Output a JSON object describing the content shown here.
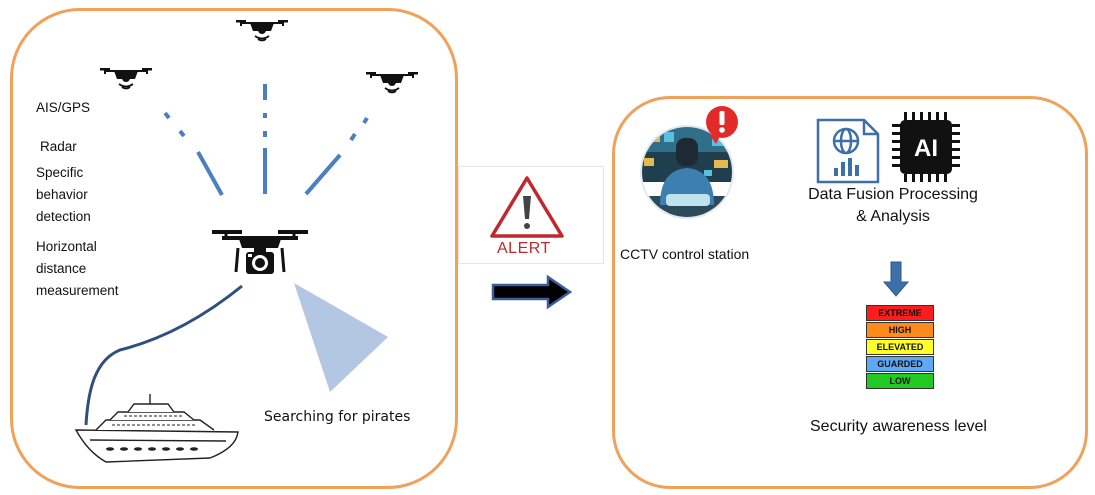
{
  "sensors": {
    "ais_gps": "AIS/GPS",
    "radar": "Radar",
    "behavior": [
      "Specific",
      "behavior",
      "detection"
    ],
    "distance": [
      "Horizontal",
      "distance",
      "measurement"
    ]
  },
  "searching_label": "Searching for pirates",
  "alert_label": "ALERT",
  "cctv_label": "CCTV  control station",
  "fusion_label": "Data Fusion Processing\n& Analysis",
  "ai_label": "AI",
  "levels": [
    {
      "label": "EXTREME",
      "color": "#ff1c1c"
    },
    {
      "label": "HIGH",
      "color": "#ff8a1c"
    },
    {
      "label": "ELEVATED",
      "color": "#ffff2a"
    },
    {
      "label": "GUARDED",
      "color": "#5fa8f5"
    },
    {
      "label": "LOW",
      "color": "#22c922"
    }
  ],
  "security_label": "Security awareness level",
  "colors": {
    "panel_border": "#f0a15a",
    "beam": "#4a7fc1",
    "tether": "#2f4f7f",
    "cone": "#b4c7e2",
    "alert_red": "#c0282e",
    "arrow_fill": "#000000",
    "arrow_stroke": "#3c5f9a"
  }
}
